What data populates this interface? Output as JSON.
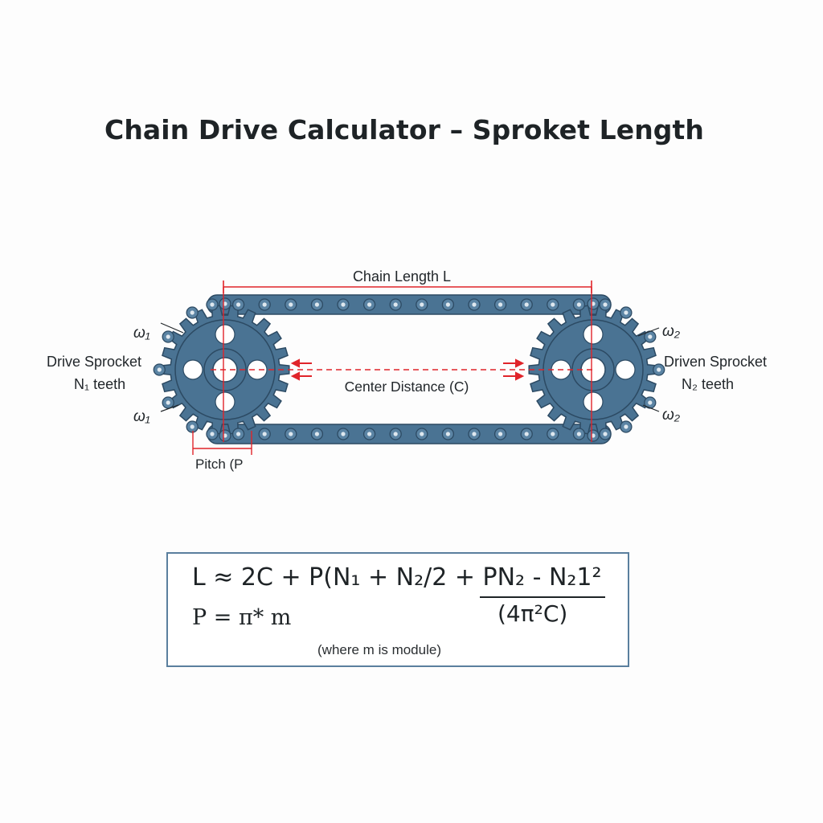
{
  "title": "Chain Drive Calculator – Sproket Length",
  "labels": {
    "chain_length": "Chain Length L",
    "center_distance": "Center Distance (C)",
    "pitch": "Pitch (P",
    "drive_sprocket": "Drive Sprocket",
    "drive_teeth": "N₁ teeth",
    "driven_sprocket": "Driven Sprocket",
    "driven_teeth": "N₂ teeth",
    "omega1_top": "ω₁",
    "omega1_bottom": "ω₁",
    "omega2_top": "ω₂",
    "omega2_bottom": "ω₂"
  },
  "formula": {
    "line1": "L ≈ 2C + P(N₁ + N₂/2 + PN₂ - N₂1²",
    "denominator": "(4π²C)",
    "line2": "P = π* m",
    "note": "(where m is module)"
  },
  "colors": {
    "steel_blue": "#4a7393",
    "steel_dark": "#2c4a63",
    "dimension_red": "#e0242a",
    "box_border": "#5a7f9e"
  }
}
